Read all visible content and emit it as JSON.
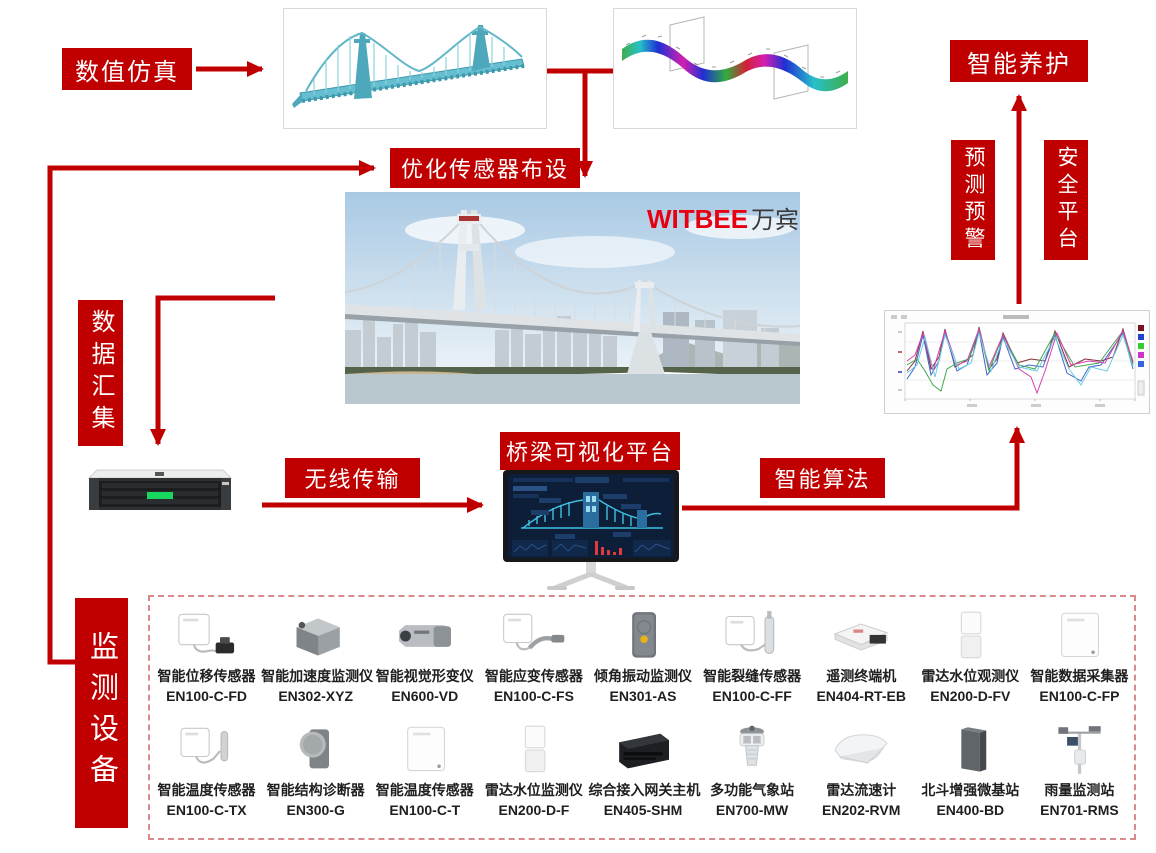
{
  "colors": {
    "accent_red": "#c00000",
    "dashed_border": "#da8a8a",
    "brand_red": "#e60012"
  },
  "boxes": {
    "numerical_simulation": "数值仿真",
    "optimize_sensor_layout": "优化传感器布设",
    "smart_maintenance": "智能养护",
    "prediction_warning": "预测预警",
    "safety_platform": "安全平台",
    "data_aggregation": "数据汇集",
    "wireless_transmission": "无线传输",
    "bridge_visual_platform": "桥梁可视化平台",
    "intelligent_algorithm": "智能算法",
    "monitoring_equipment": "监测设备"
  },
  "watermark": {
    "brand": "WITBEE",
    "company": "万宾"
  },
  "devices": {
    "row1": [
      {
        "name": "智能位移传感器",
        "model": "EN100-C-FD"
      },
      {
        "name": "智能加速度监测仪",
        "model": "EN302-XYZ"
      },
      {
        "name": "智能视觉形变仪",
        "model": "EN600-VD"
      },
      {
        "name": "智能应变传感器",
        "model": "EN100-C-FS"
      },
      {
        "name": "倾角振动监测仪",
        "model": "EN301-AS"
      },
      {
        "name": "智能裂缝传感器",
        "model": "EN100-C-FF"
      },
      {
        "name": "遥测终端机",
        "model": "EN404-RT-EB"
      },
      {
        "name": "雷达水位观测仪",
        "model": "EN200-D-FV"
      },
      {
        "name": "智能数据采集器",
        "model": "EN100-C-FP"
      }
    ],
    "row2": [
      {
        "name": "智能温度传感器",
        "model": "EN100-C-TX"
      },
      {
        "name": "智能结构诊断器",
        "model": "EN300-G"
      },
      {
        "name": "智能温度传感器",
        "model": "EN100-C-T"
      },
      {
        "name": "雷达水位监测仪",
        "model": "EN200-D-F"
      },
      {
        "name": "综合接入网关主机",
        "model": "EN405-SHM"
      },
      {
        "name": "多功能气象站",
        "model": "EN700-MW"
      },
      {
        "name": "雷达流速计",
        "model": "EN202-RVM"
      },
      {
        "name": "北斗增强微基站",
        "model": "EN400-BD"
      },
      {
        "name": "雨量监测站",
        "model": "EN701-RMS"
      }
    ]
  }
}
